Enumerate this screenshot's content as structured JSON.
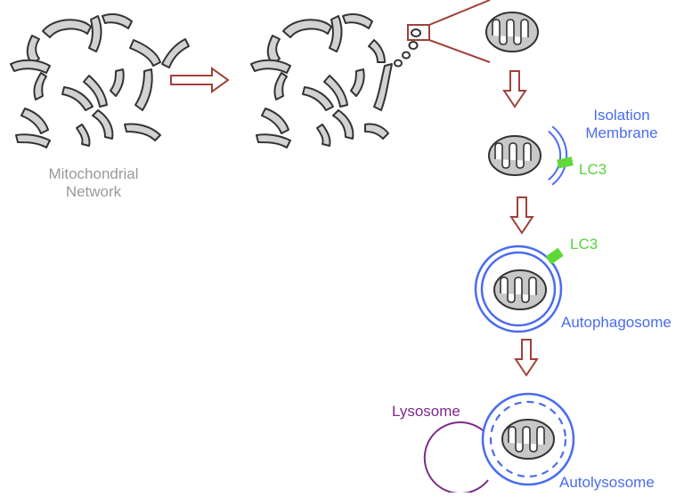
{
  "labels": {
    "network_line1": "Mitochondrial",
    "network_line2": "Network",
    "isolation_line1": "Isolation",
    "isolation_line2": "Membrane",
    "lc3_first": "LC3",
    "lc3_second": "LC3",
    "autophagosome": "Autophagosome",
    "lysosome": "Lysosome",
    "autolysosome": "Autolysosome"
  },
  "colors": {
    "mito_fill": "#c8c8c8",
    "mito_stroke": "#333333",
    "arrow": "#a0403a",
    "membrane": "#4a6cf0",
    "lc3": "#5fd83a",
    "lc3_text": "#55d53a",
    "lysosome": "#7a2a8c",
    "network_text": "#9a9a9a"
  }
}
